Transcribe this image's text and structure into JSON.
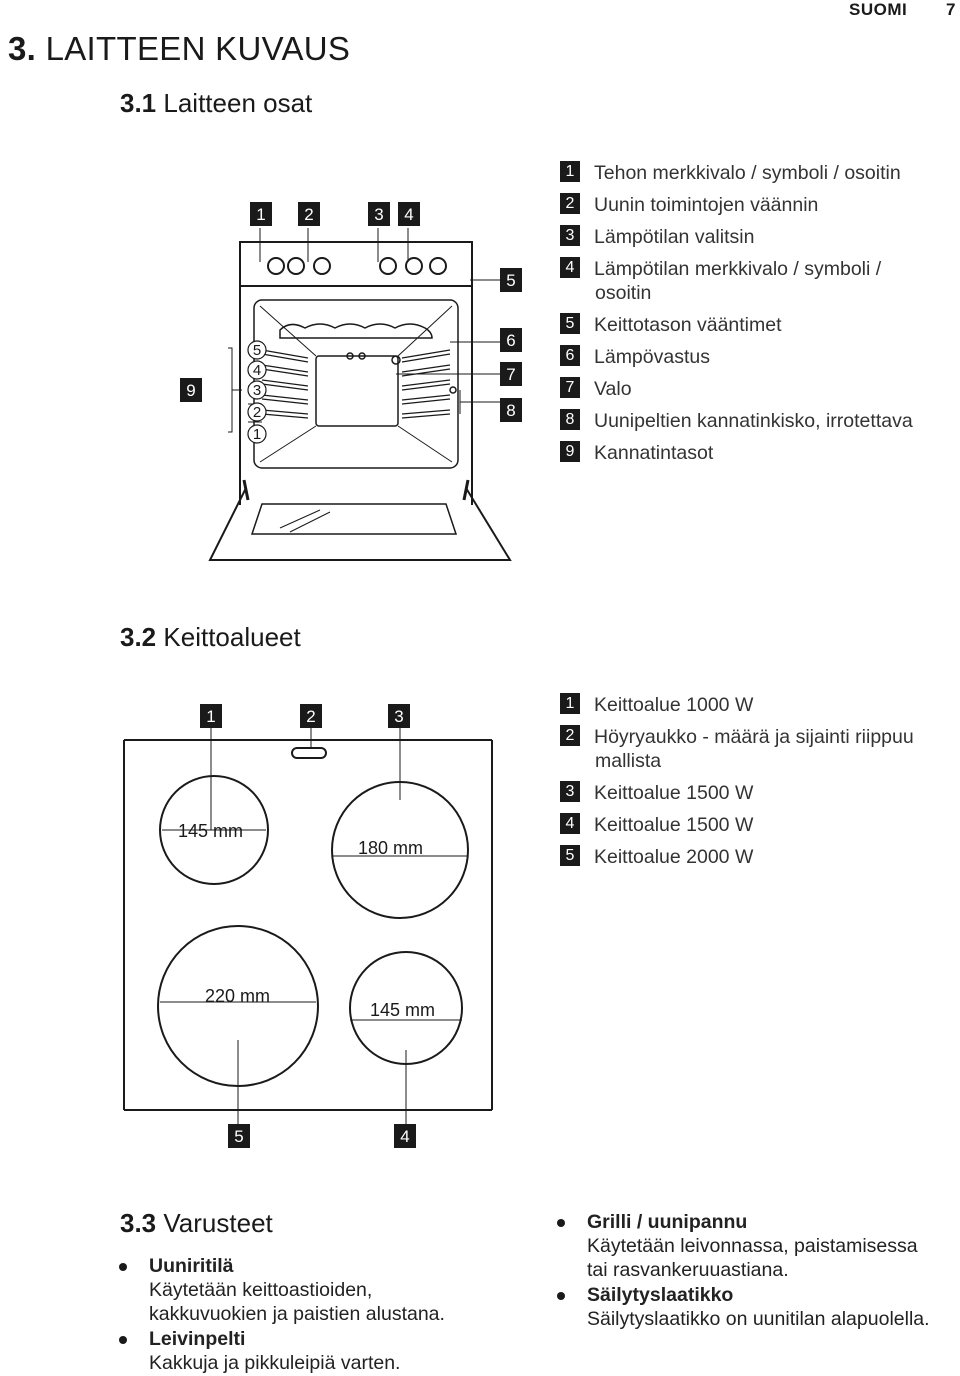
{
  "header": {
    "language": "SUOMI",
    "page_number": "7"
  },
  "section": {
    "number": "3.",
    "title": "LAITTEEN KUVAUS"
  },
  "parts": {
    "number": "3.1",
    "title": "Laitteen osat",
    "legend": [
      {
        "num": "1",
        "text": "Tehon merkkivalo / symboli / osoitin"
      },
      {
        "num": "2",
        "text": "Uunin toimintojen väännin"
      },
      {
        "num": "3",
        "text": "Lämpötilan valitsin"
      },
      {
        "num": "4",
        "text": "Lämpötilan merkkivalo / symboli /",
        "text2": "osoitin"
      },
      {
        "num": "5",
        "text": "Keittotason vääntimet"
      },
      {
        "num": "6",
        "text": "Lämpövastus"
      },
      {
        "num": "7",
        "text": "Valo"
      },
      {
        "num": "8",
        "text": "Uunipeltien kannatinkisko, irrotettava"
      },
      {
        "num": "9",
        "text": "Kannatintasot"
      }
    ],
    "diagram": {
      "callouts_top": [
        "1",
        "2",
        "3",
        "4"
      ],
      "callouts_right": [
        "5",
        "6",
        "7",
        "8"
      ],
      "callout_left": "9",
      "shelf_levels": [
        "5",
        "4",
        "3",
        "2",
        "1"
      ]
    }
  },
  "zones": {
    "number": "3.2",
    "title": "Keittoalueet",
    "legend": [
      {
        "num": "1",
        "text": "Keittoalue 1000 W"
      },
      {
        "num": "2",
        "text": "Höyryaukko - määrä ja sijainti riippuu",
        "text2": "mallista"
      },
      {
        "num": "3",
        "text": "Keittoalue 1500 W"
      },
      {
        "num": "4",
        "text": "Keittoalue 1500 W"
      },
      {
        "num": "5",
        "text": "Keittoalue 2000 W"
      }
    ],
    "diagram": {
      "callouts_top": [
        "1",
        "2",
        "3"
      ],
      "callouts_bottom": [
        "5",
        "4"
      ],
      "dimensions": [
        "145 mm",
        "180 mm",
        "220 mm",
        "145 mm"
      ]
    }
  },
  "accessories": {
    "number": "3.3",
    "title": "Varusteet",
    "items": [
      {
        "title": "Uuniritilä",
        "desc1": "Käytetään keittoastioiden,",
        "desc2": "kakkuvuokien ja paistien alustana."
      },
      {
        "title": "Leivinpelti",
        "desc1": "Kakkuja ja pikkuleipiä varten.",
        "desc2": ""
      },
      {
        "title": "Grilli / uunipannu",
        "desc1": "Käytetään leivonnassa, paistamisessa",
        "desc2": "tai rasvankeruuastiana."
      },
      {
        "title": "Säilytyslaatikko",
        "desc1": "Säilytyslaatikko on uunitilan alapuolella.",
        "desc2": ""
      }
    ]
  }
}
